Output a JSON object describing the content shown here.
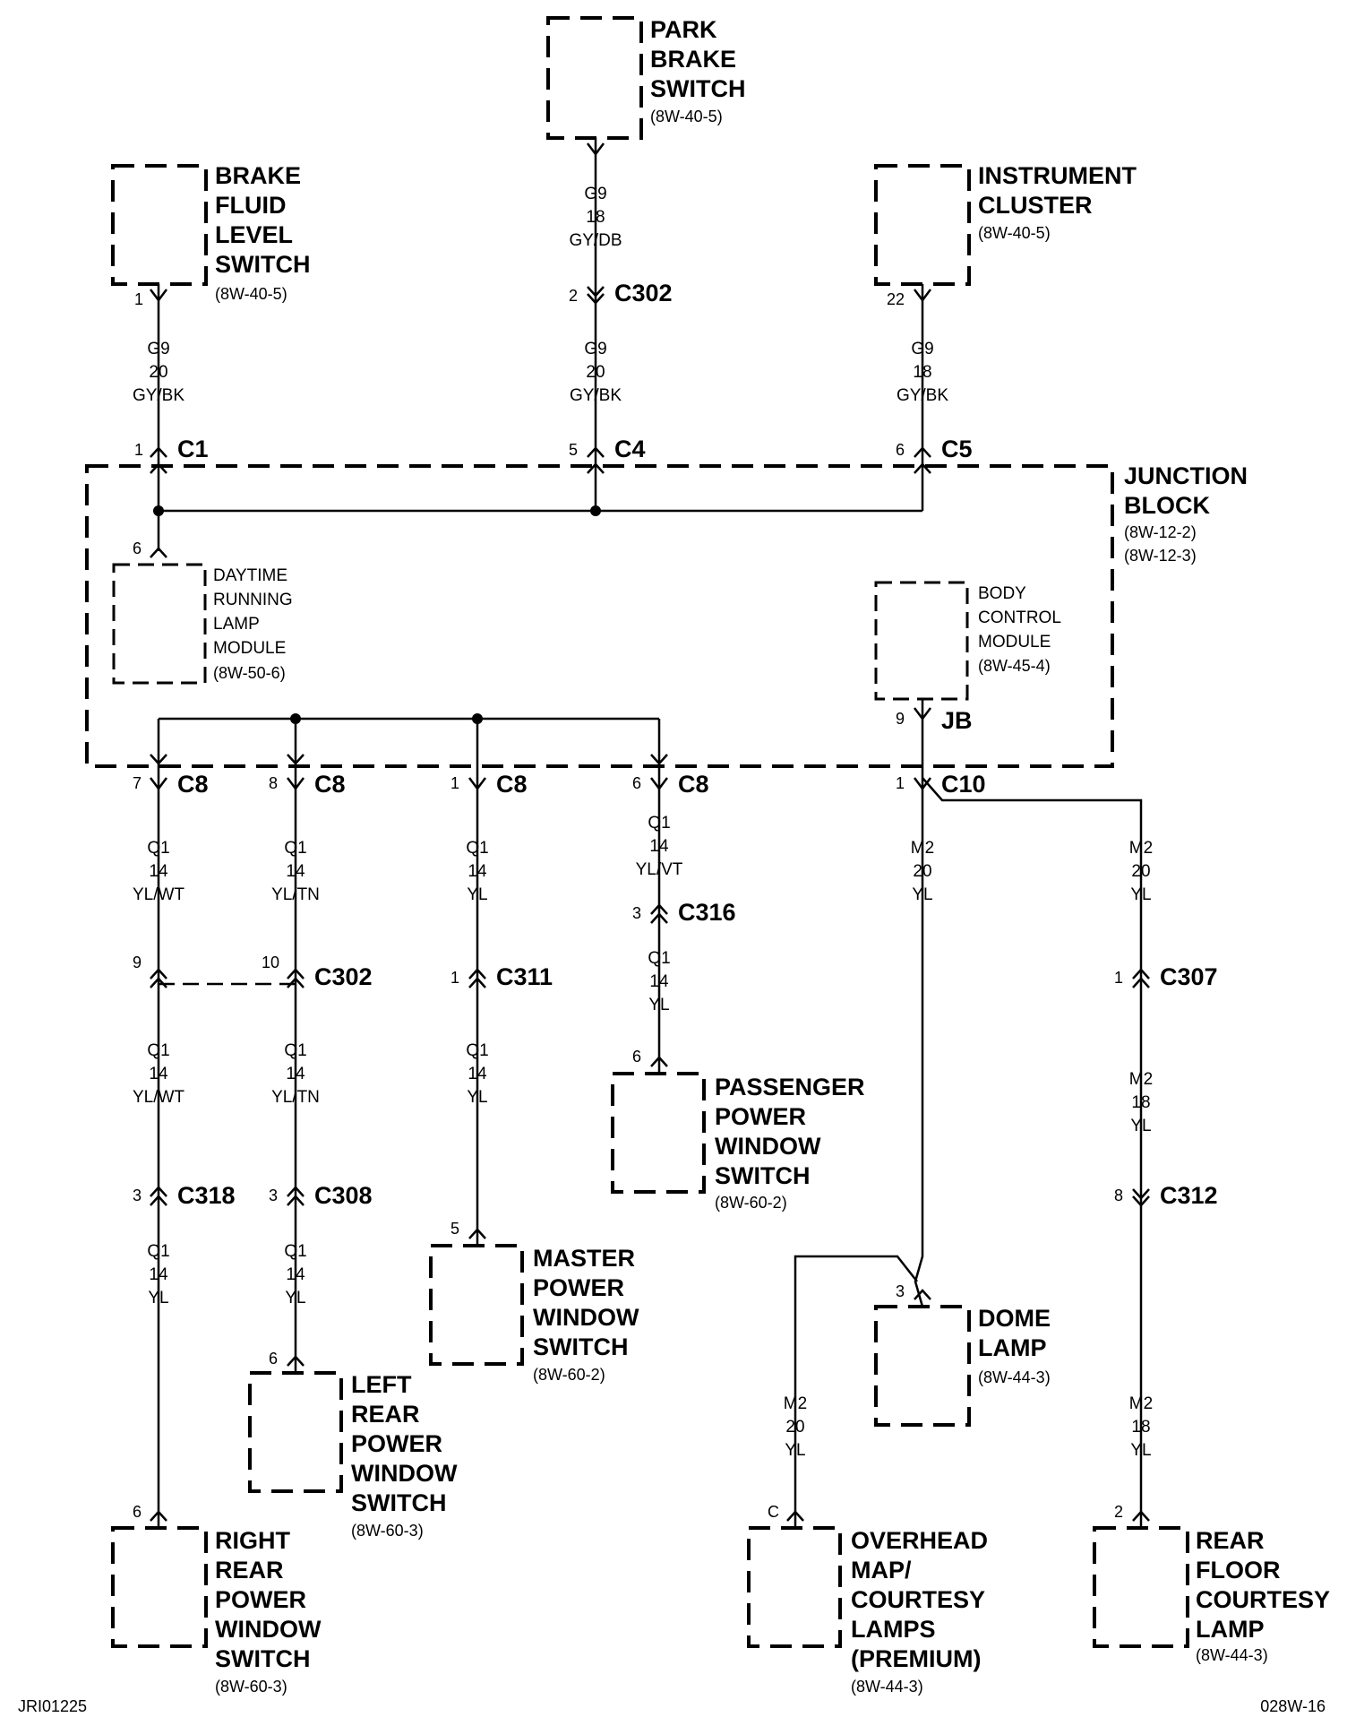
{
  "components": {
    "park_brake": {
      "lines": [
        "PARK",
        "BRAKE",
        "SWITCH"
      ],
      "ref": "(8W-40-5)"
    },
    "brake_fluid": {
      "lines": [
        "BRAKE",
        "FLUID",
        "LEVEL",
        "SWITCH"
      ],
      "ref": "(8W-40-5)"
    },
    "instrument_cluster": {
      "lines": [
        "INSTRUMENT",
        "CLUSTER"
      ],
      "ref": "(8W-40-5)"
    },
    "junction_block": {
      "lines": [
        "JUNCTION",
        "BLOCK"
      ],
      "refs": [
        "(8W-12-2)",
        "(8W-12-3)"
      ]
    },
    "drl_module": {
      "lines": [
        "DAYTIME",
        "RUNNING",
        "LAMP",
        "MODULE"
      ],
      "ref": "(8W-50-6)"
    },
    "bcm": {
      "lines": [
        "BODY",
        "CONTROL",
        "MODULE"
      ],
      "ref": "(8W-45-4)"
    },
    "passenger_window": {
      "lines": [
        "PASSENGER",
        "POWER",
        "WINDOW",
        "SWITCH"
      ],
      "ref": "(8W-60-2)"
    },
    "master_window": {
      "lines": [
        "MASTER",
        "POWER",
        "WINDOW",
        "SWITCH"
      ],
      "ref": "(8W-60-2)"
    },
    "dome_lamp": {
      "lines": [
        "DOME",
        "LAMP"
      ],
      "ref": "(8W-44-3)"
    },
    "left_rear_window": {
      "lines": [
        "LEFT",
        "REAR",
        "POWER",
        "WINDOW",
        "SWITCH"
      ],
      "ref": "(8W-60-3)"
    },
    "right_rear_window": {
      "lines": [
        "RIGHT",
        "REAR",
        "POWER",
        "WINDOW",
        "SWITCH"
      ],
      "ref": "(8W-60-3)"
    },
    "overhead_map": {
      "lines": [
        "OVERHEAD",
        "MAP/",
        "COURTESY",
        "LAMPS",
        "(PREMIUM)"
      ],
      "ref": "(8W-44-3)"
    },
    "rear_floor": {
      "lines": [
        "REAR",
        "FLOOR",
        "COURTESY",
        "LAMP"
      ],
      "ref": "(8W-44-3)"
    }
  },
  "connectors": {
    "c302_top": "C302",
    "c1": "C1",
    "c4": "C4",
    "c5": "C5",
    "c8a": "C8",
    "c8b": "C8",
    "c8c": "C8",
    "c8d": "C8",
    "c10": "C10",
    "jb": "JB",
    "c316": "C316",
    "c302_mid": "C302",
    "c311": "C311",
    "c307": "C307",
    "c318": "C318",
    "c308": "C308",
    "c312": "C312"
  },
  "pins": {
    "park_brake_out": "",
    "brake_fluid_out": "1",
    "c302_top": "2",
    "cluster_out": "22",
    "c1": "1",
    "c4": "5",
    "c5": "6",
    "drl": "6",
    "bcm": "9",
    "c8a": "7",
    "c8b": "8",
    "c8c": "1",
    "c8d": "6",
    "c10": "1",
    "c316": "3",
    "passenger_in": "6",
    "c302_mid_left": "9",
    "c302_mid_right": "10",
    "c311": "1",
    "c307": "1",
    "c318": "3",
    "c308": "3",
    "c312": "8",
    "master_in": "5",
    "dome_in": "3",
    "left_rear_in": "6",
    "right_rear_in": "6",
    "overhead_in": "C",
    "rear_floor_in": "2"
  },
  "wires": {
    "pb_above": [
      "G9",
      "18",
      "GY/DB"
    ],
    "pb_below": [
      "G9",
      "20",
      "GY/BK"
    ],
    "bf": [
      "G9",
      "20",
      "GY/BK"
    ],
    "ic": [
      "G9",
      "18",
      "GY/BK"
    ],
    "q_a1": [
      "Q1",
      "14",
      "YL/WT"
    ],
    "q_b1": [
      "Q1",
      "14",
      "YL/TN"
    ],
    "q_c1": [
      "Q1",
      "14",
      "YL"
    ],
    "q_d1": [
      "Q1",
      "14",
      "YL/VT"
    ],
    "q_d2": [
      "Q1",
      "14",
      "YL"
    ],
    "m_dome": [
      "M2",
      "20",
      "YL"
    ],
    "m_rear1": [
      "M2",
      "20",
      "YL"
    ],
    "q_a2": [
      "Q1",
      "14",
      "YL/WT"
    ],
    "q_b2": [
      "Q1",
      "14",
      "YL/TN"
    ],
    "q_c2": [
      "Q1",
      "14",
      "YL"
    ],
    "m_rear2": [
      "M2",
      "18",
      "YL"
    ],
    "q_a3": [
      "Q1",
      "14",
      "YL"
    ],
    "q_b3": [
      "Q1",
      "14",
      "YL"
    ],
    "m_overhead": [
      "M2",
      "20",
      "YL"
    ],
    "m_rear3": [
      "M2",
      "18",
      "YL"
    ]
  },
  "footer": {
    "left": "JRI01225",
    "right": "028W-16"
  }
}
